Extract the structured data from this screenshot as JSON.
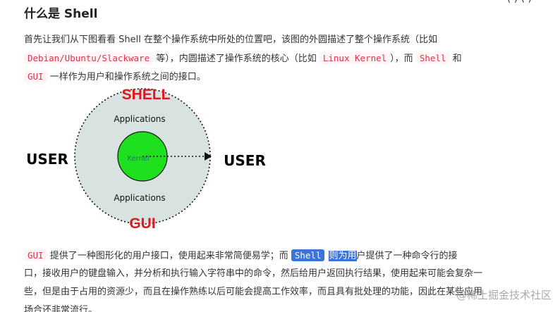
{
  "top_cutoff_text": "(    )               ( )",
  "heading": "什么是 Shell",
  "paragraph1": {
    "line1_text": "首先让我们从下图看看 Shell 在整个操作系统中所处的位置吧，该图的外圆描述了整个操作系统（比如",
    "line2_code1": "Debian/Ubuntu/Slackware",
    "line2_text1": " 等），内圆描述了操作系统的核心（比如 ",
    "line2_code2": "Linux Kernel",
    "line2_text2": "），而 ",
    "line2_code3": "Shell",
    "line2_text3": " 和",
    "line3_code1": "GUI",
    "line3_text1": " 一样作为用户和操作系统之间的接口。"
  },
  "diagram": {
    "shell_label": "SHELL",
    "gui_label": "GUI",
    "user_left": "USER",
    "user_right": "USER",
    "apps_top": "Applications",
    "apps_bottom": "Applications",
    "kernel_label": "Kernel",
    "colors": {
      "outer_fill": "#d8e2e1",
      "kernel_fill": "#1fe01f",
      "label_red": "#e0191e",
      "kernel_text": "#2d6b8a"
    }
  },
  "paragraph2": {
    "line1_code1": "GUI",
    "line1_text1": " 提供了一种图形化的用户接口，使用起来非常简便易学；而 ",
    "line1_code2": "Shell",
    "line1_highlight": "则为用",
    "line1_text2": "户提供了一种命令行的接",
    "line2_text": "口，接收用户的键盘输入，并分析和执行输入字符串中的命令，然后给用户返回执行结果，使用起来可能会复杂一",
    "line3_text": "些，但是由于占用的资源少，而且在操作熟练以后可能会提高工作效率，而且具有批处理的功能，因此在某些应用",
    "line4_text": "场合还非常流行。"
  },
  "watermark": "@稀土掘金技术社区"
}
